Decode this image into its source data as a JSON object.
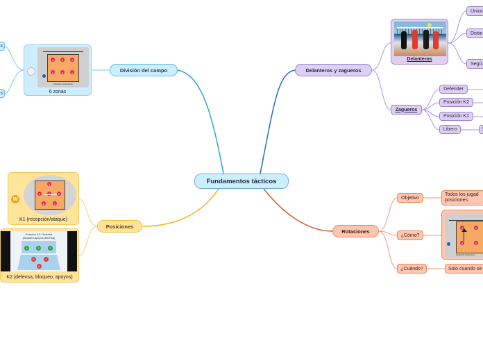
{
  "central": "Fundamentos tácticos",
  "division": {
    "label": "División del campo",
    "caption": "6 zonas",
    "court_note": "Rotación Antihoraria",
    "left_a": "s",
    "left_b": "s"
  },
  "delanteros": {
    "label": "Delanteros y zagueros",
    "photo_label": "Delanteros",
    "items": [
      "Único",
      "Distin",
      "Segú"
    ]
  },
  "zagueros": {
    "label": "Zagueros",
    "items": [
      "Defender",
      "Posición K2",
      "Posición K1",
      "Libero"
    ],
    "libero_child": "S"
  },
  "posiciones": {
    "label": "Posiciones",
    "k1_caption": "K1 (recepción/ataque)",
    "k2_caption": "K2 (defensa, bloqueo, apoyos)",
    "k2_title": "Posición K2- Defensa",
    "k2_subtitle": "(Bloqueo,apoyos,defensa)",
    "w_badge": "W"
  },
  "rotaciones": {
    "label": "Rotaciones",
    "objetivo": "Objetivo",
    "objetivo_text": "Todos los jugad posiciones",
    "como": "¿Cómo?",
    "cuando": "¿Cuándo?",
    "cuando_text": "Solo cuando se"
  },
  "colors": {
    "blue": "#5fb8e8",
    "purple": "#9b7fc8",
    "orange": "#e8845a",
    "yellow": "#f0bd3a",
    "link_blue": "#1f6fb8"
  }
}
